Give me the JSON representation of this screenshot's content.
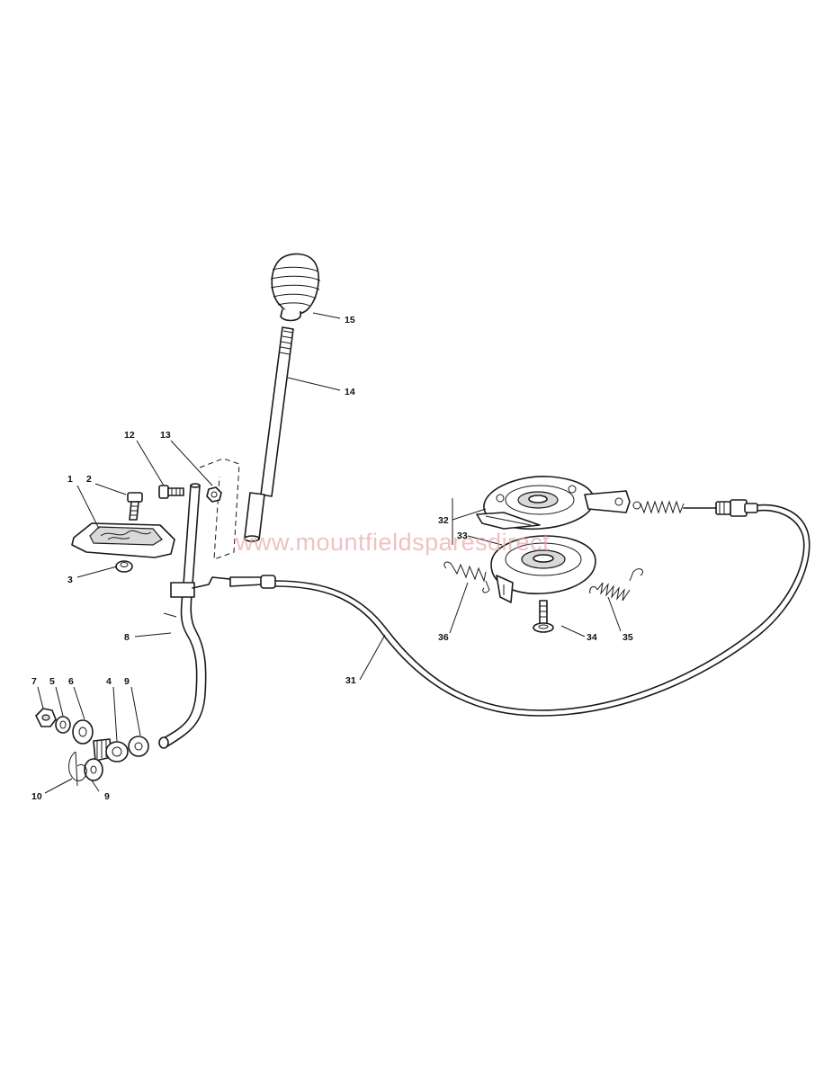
{
  "watermark": "www.mountfieldsparesdirect",
  "colors": {
    "line": "#1a1a1a",
    "background": "#ffffff",
    "watermark": "#e8a0a6"
  },
  "callouts": {
    "c1": "1",
    "c2": "2",
    "c3": "3",
    "c4": "4",
    "c5": "5",
    "c6": "6",
    "c7": "7",
    "c8": "8",
    "c9a": "9",
    "c9b": "9",
    "c10": "10",
    "c12": "12",
    "c13": "13",
    "c14": "14",
    "c15": "15",
    "c31": "31",
    "c32": "32",
    "c33": "33",
    "c34": "34",
    "c35": "35",
    "c36": "36"
  }
}
